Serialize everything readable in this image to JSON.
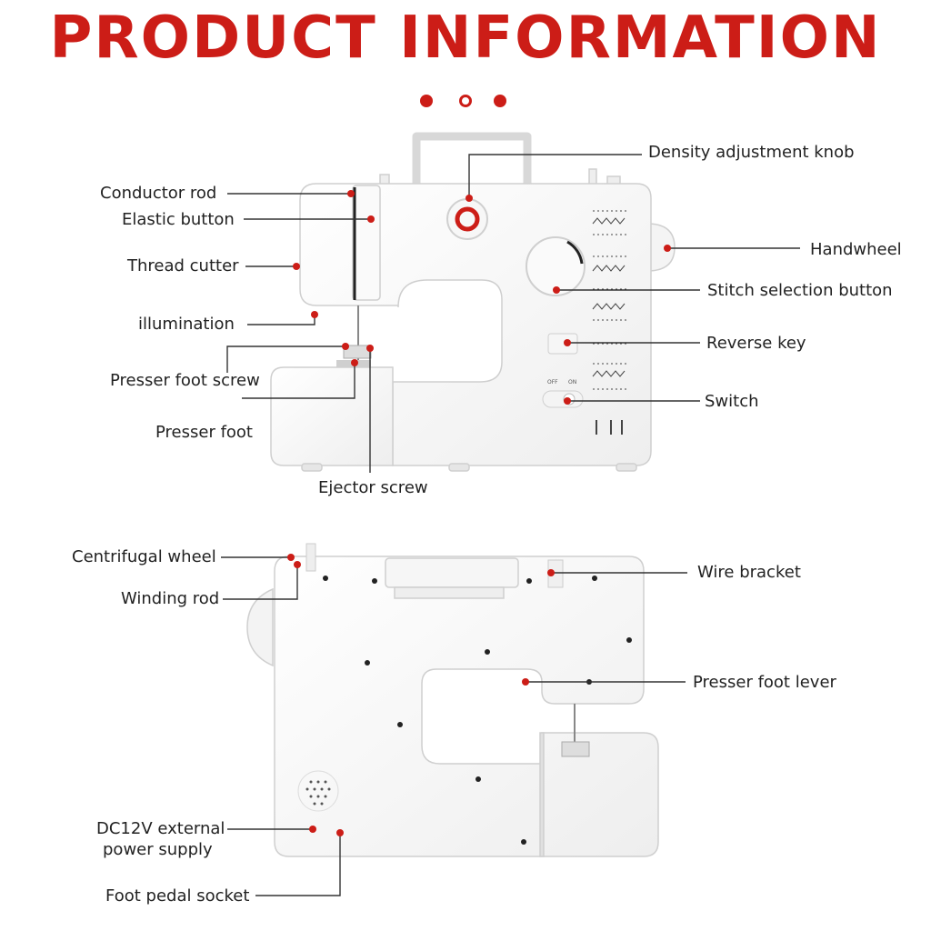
{
  "title": "PRODUCT INFORMATION",
  "accent_color": "#cc1d17",
  "front_view": {
    "labels": {
      "density_adjustment_knob": "Density adjustment knob",
      "conductor_rod": "Conductor rod",
      "elastic_button": "Elastic button",
      "thread_cutter": "Thread cutter",
      "handwheel": "Handwheel",
      "stitch_selection_button": "Stitch selection button",
      "illumination": "illumination",
      "reverse_key": "Reverse key",
      "presser_foot_screw": "Presser foot screw",
      "switch": "Switch",
      "presser_foot": "Presser foot",
      "ejector_screw": "Ejector screw"
    },
    "switch_off": "OFF",
    "switch_on": "ON"
  },
  "back_view": {
    "labels": {
      "centrifugal_wheel": "Centrifugal wheel",
      "wire_bracket": "Wire bracket",
      "winding_rod": "Winding rod",
      "presser_foot_lever": "Presser foot lever",
      "dc12v_line1": "DC12V external",
      "dc12v_line2": "power supply",
      "foot_pedal_socket": "Foot pedal socket"
    }
  }
}
